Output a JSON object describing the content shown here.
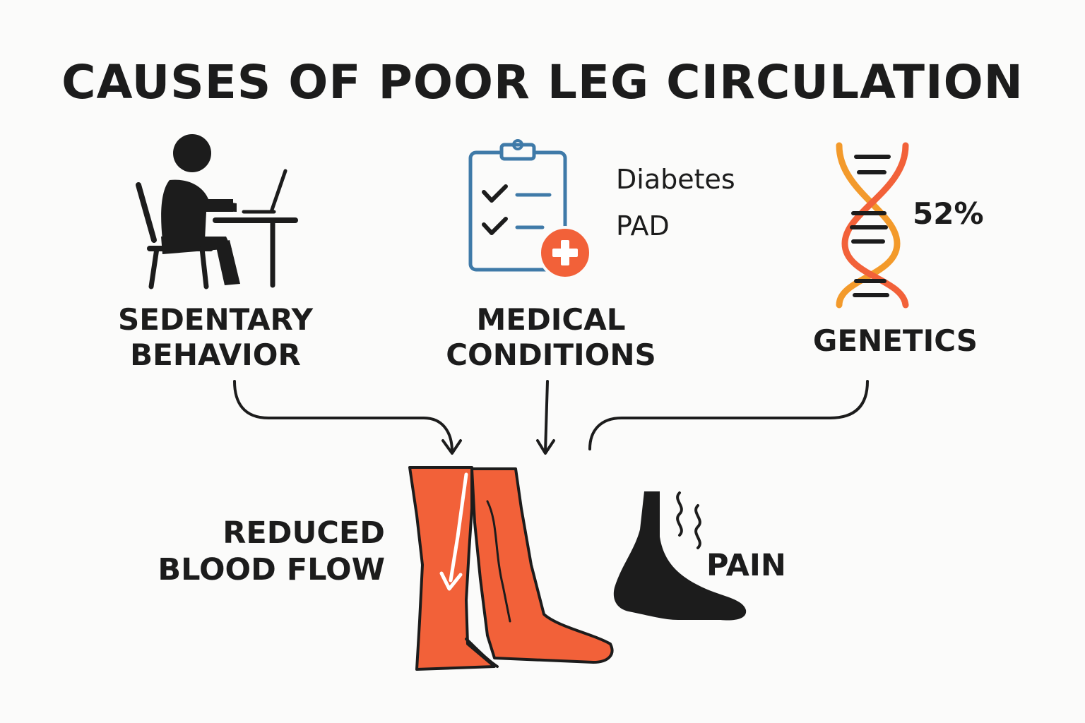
{
  "title": "CAUSES OF POOR LEG CIRCULATION",
  "causes": {
    "sedentary": {
      "line1": "SEDENTARY",
      "line2": "BEHAVIOR",
      "icon": "person-at-desk-icon"
    },
    "medical": {
      "line1": "MEDICAL",
      "line2": "CONDITIONS",
      "icon": "medical-clipboard-icon",
      "conditions": [
        "Diabetes",
        "PAD"
      ]
    },
    "genetics": {
      "label": "GENETICS",
      "icon": "dna-icon",
      "stat": "52%"
    }
  },
  "effects": {
    "reduced_flow": {
      "line1": "REDUCED",
      "line2": "BLOOD FLOW",
      "icon": "legs-icon"
    },
    "pain": {
      "label": "PAIN",
      "icon": "painful-foot-icon"
    }
  },
  "colors": {
    "accent_orange": "#f26139",
    "clipboard_blue": "#3f7aa8",
    "dna_orange": "#f39a2b",
    "ink": "#1c1c1c"
  }
}
